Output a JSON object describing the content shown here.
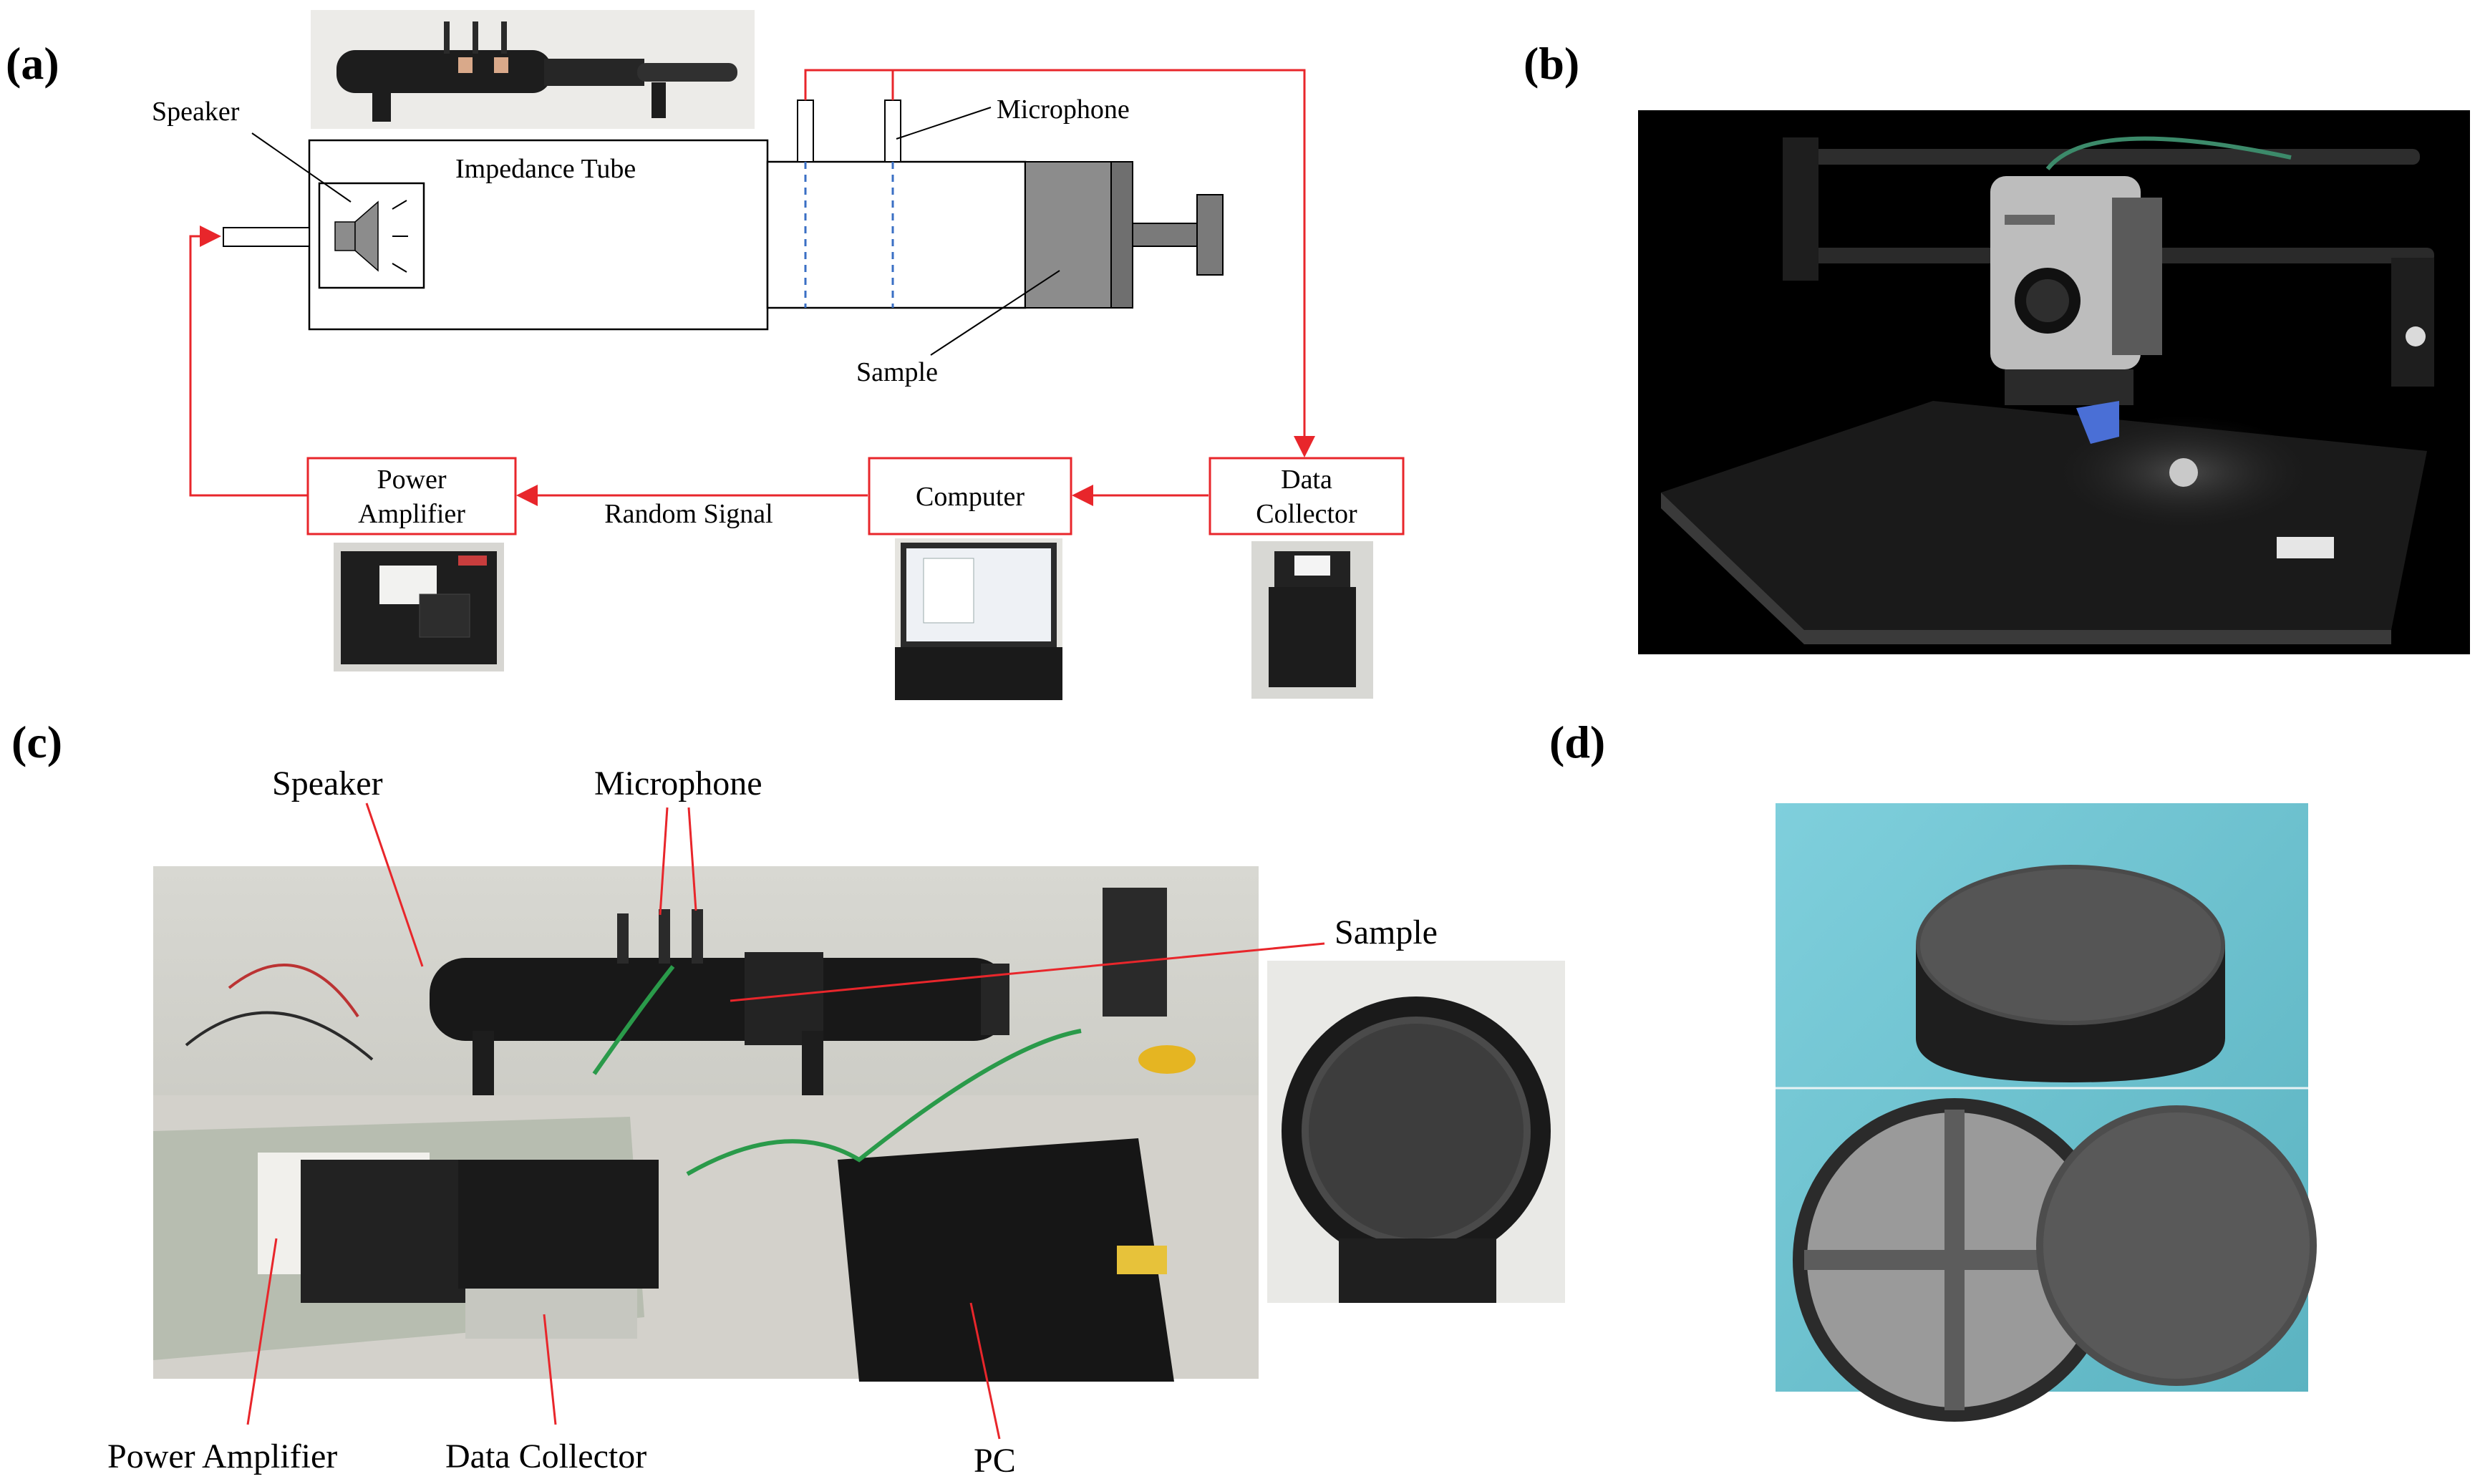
{
  "panels": {
    "a": "(a)",
    "b": "(b)",
    "c": "(c)",
    "d": "(d)"
  },
  "diagram_a": {
    "speaker": "Speaker",
    "impedance_tube": "Impedance Tube",
    "microphone": "Microphone",
    "sample": "Sample",
    "power_amplifier_line1": "Power",
    "power_amplifier_line2": "Amplifier",
    "random_signal": "Random Signal",
    "computer": "Computer",
    "data_collector_line1": "Data",
    "data_collector_line2": "Collector"
  },
  "photo_c": {
    "speaker": "Speaker",
    "microphone": "Microphone",
    "sample": "Sample",
    "power_amplifier": "Power Amplifier",
    "data_collector": "Data Collector",
    "pc": "PC"
  },
  "colors": {
    "signal_line": "#e8262b",
    "sample_fill": "#8c8c8c",
    "mic_dash": "#3a6fc4",
    "printer_bg": "#000000",
    "photo_bg_d": "#6fc3d0"
  }
}
